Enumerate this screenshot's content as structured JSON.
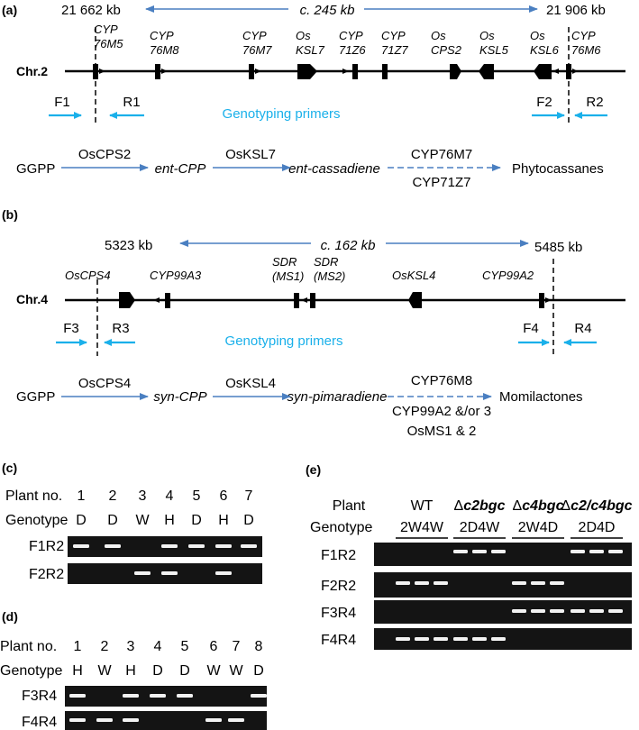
{
  "panels": {
    "a": {
      "label": "(a)",
      "chr": "Chr.2",
      "left_kb": "21 662 kb",
      "span": "c. 245 kb",
      "right_kb": "21 906 kb",
      "genes": [
        [
          "CYP",
          "76M5"
        ],
        [
          "CYP",
          "76M8"
        ],
        [
          "CYP",
          "76M7"
        ],
        [
          "Os",
          "KSL7"
        ],
        [
          "CYP",
          "71Z6"
        ],
        [
          "CYP",
          "71Z7"
        ],
        [
          "Os",
          "CPS2"
        ],
        [
          "Os",
          "KSL5"
        ],
        [
          "Os",
          "KSL6"
        ],
        [
          "CYP",
          "76M6"
        ]
      ],
      "primers": [
        "F1",
        "R1",
        "F2",
        "R2"
      ],
      "primers_label": "Genotyping primers",
      "pathway": {
        "start": "GGPP",
        "enz1": "OsCPS2",
        "int1": "ent-CPP",
        "enz2": "OsKSL7",
        "int2": "ent-cassadiene",
        "enz3a": "CYP76M7",
        "enz3b": "CYP71Z7",
        "product": "Phytocassanes"
      }
    },
    "b": {
      "label": "(b)",
      "chr": "Chr.4",
      "left_kb": "5323 kb",
      "span": "c. 162 kb",
      "right_kb": "5485 kb",
      "genes": [
        [
          "OsCPS4"
        ],
        [
          "CYP99A3"
        ],
        [
          "SDR",
          "(MS1)"
        ],
        [
          "SDR",
          "(MS2)"
        ],
        [
          "OsKSL4"
        ],
        [
          "CYP99A2"
        ]
      ],
      "primers": [
        "F3",
        "R3",
        "F4",
        "R4"
      ],
      "primers_label": "Genotyping primers",
      "pathway": {
        "start": "GGPP",
        "enz1": "OsCPS4",
        "int1": "syn-CPP",
        "enz2": "OsKSL4",
        "int2": "syn-pimaradiene",
        "enz3a": "CYP76M8",
        "enz3b": "CYP99A2 &/or 3",
        "enz3c": "OsMS1 & 2",
        "product": "Momilactones"
      }
    },
    "c": {
      "label": "(c)",
      "plant_label": "Plant no.",
      "genotype_label": "Genotype",
      "plants": [
        "1",
        "2",
        "3",
        "4",
        "5",
        "6",
        "7"
      ],
      "genotypes": [
        "D",
        "D",
        "W",
        "H",
        "D",
        "H",
        "D"
      ],
      "rows": [
        {
          "label": "F1R2",
          "bands": [
            1,
            1,
            0,
            1,
            1,
            1,
            1
          ]
        },
        {
          "label": "F2R2",
          "bands": [
            0,
            0,
            1,
            1,
            0,
            1,
            0
          ]
        }
      ]
    },
    "d": {
      "label": "(d)",
      "plant_label": "Plant no.",
      "genotype_label": "Genotype",
      "plants": [
        "1",
        "2",
        "3",
        "4",
        "5",
        "6",
        "7",
        "8"
      ],
      "genotypes": [
        "H",
        "W",
        "H",
        "D",
        "D",
        "W",
        "W",
        "D"
      ],
      "rows": [
        {
          "label": "F3R4",
          "bands": [
            1,
            0,
            1,
            1,
            1,
            0,
            0,
            1
          ]
        },
        {
          "label": "F4R4",
          "bands": [
            1,
            1,
            1,
            0,
            0,
            1,
            1,
            0
          ]
        }
      ]
    },
    "e": {
      "label": "(e)",
      "plant_label": "Plant",
      "genotype_label": "Genotype",
      "groups": [
        {
          "name": "WT",
          "genotype": "2W4W"
        },
        {
          "name": "Δc2bgc",
          "genotype": "2D4W"
        },
        {
          "name": "Δc4bgc",
          "genotype": "2W4D"
        },
        {
          "name": "Δc2/c4bgc",
          "genotype": "2D4D"
        }
      ],
      "rows": [
        {
          "label": "F1R2",
          "bands": [
            0,
            1,
            0,
            1
          ]
        },
        {
          "label": "F2R2",
          "bands": [
            1,
            0,
            1,
            0
          ]
        },
        {
          "label": "F3R4",
          "bands": [
            0,
            0,
            1,
            1
          ]
        },
        {
          "label": "F4R4",
          "bands": [
            1,
            1,
            0,
            0
          ]
        }
      ]
    }
  },
  "colors": {
    "arrow": "#4a7fc1",
    "primer": "#1ab0ea",
    "gel_bg": "#141414",
    "band": "#f2f2f2"
  }
}
